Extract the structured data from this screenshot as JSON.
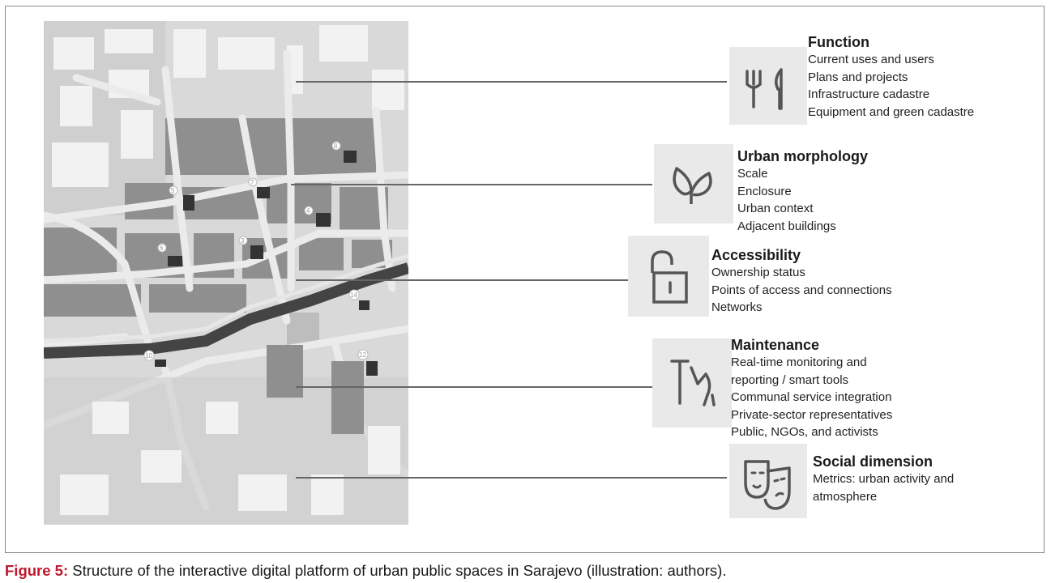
{
  "categories": [
    {
      "id": "function",
      "title": "Function",
      "items": [
        "Current uses and users",
        "Plans and projects",
        "Infrastructure cadastre",
        "Equipment and green cadastre"
      ],
      "icon": "fork-knife-icon"
    },
    {
      "id": "urban-morphology",
      "title": "Urban morphology",
      "items": [
        "Scale",
        "Enclosure",
        "Urban context",
        "Adjacent buildings"
      ],
      "icon": "leaf-sprout-icon"
    },
    {
      "id": "accessibility",
      "title": "Accessibility",
      "items": [
        "Ownership status",
        "Points of access and connections",
        "Networks"
      ],
      "icon": "open-padlock-icon"
    },
    {
      "id": "maintenance",
      "title": "Maintenance",
      "items": [
        "Real-time monitoring and",
        "reporting / smart tools",
        "Communal service integration",
        "Private-sector representatives",
        "Public, NGOs, and activists"
      ],
      "icon": "broom-tools-icon"
    },
    {
      "id": "social-dimension",
      "title": "Social dimension",
      "items": [
        "Metrics: urban activity and",
        "atmosphere"
      ],
      "icon": "theater-masks-icon"
    }
  ],
  "map_markers": [
    {
      "label": "5"
    },
    {
      "label": "7"
    },
    {
      "label": "4"
    },
    {
      "label": "6"
    },
    {
      "label": "8"
    },
    {
      "label": "3"
    },
    {
      "label": "10"
    },
    {
      "label": "14"
    },
    {
      "label": "12"
    }
  ],
  "caption": {
    "label": "Figure 5:",
    "text": " Structure of the interactive digital platform of urban public spaces in Sarajevo (illustration: authors)."
  },
  "colors": {
    "caption_label": "#c0182f",
    "block_dark": "#8f8f8f",
    "street": "#e4e4e4",
    "river": "#444444",
    "icon_tile": "#e9e9e9"
  }
}
